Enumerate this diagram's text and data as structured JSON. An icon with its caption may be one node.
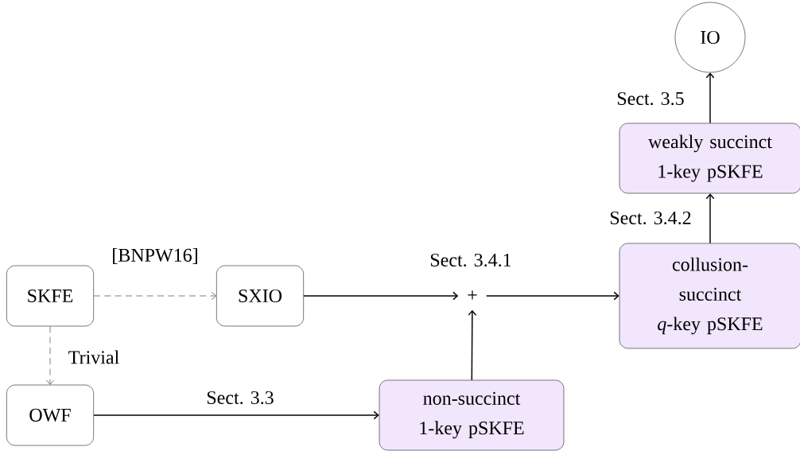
{
  "diagram": {
    "nodes": [
      {
        "text": [
          "SKFE"
        ]
      },
      {
        "text": [
          "SXIO"
        ]
      },
      {
        "text": [
          "+"
        ]
      },
      {
        "text": [
          "collusion-succinct *q*-key pSKFE"
        ]
      },
      {
        "text": [
          "weakly succinct 1-key pSKFE"
        ]
      },
      {
        "text": [
          "IO"
        ]
      },
      {
        "text": [
          "OWF"
        ]
      },
      {
        "text": [
          "non-succinct 1-key pSKFE"
        ]
      }
    ],
    "edges": [
      {
        "from": 0,
        "to": 1,
        "arrow": "to",
        "label": "[BNPW16]",
        "style": "dashed"
      },
      {
        "from": 1,
        "to": 2,
        "arrow": "to"
      },
      {
        "from": 6,
        "to": 7,
        "arrow": "to",
        "label": "Sect. 3.3"
      },
      {
        "from": 7,
        "to": 2,
        "arrow": "to"
      },
      {
        "from": 2,
        "to": 3,
        "arrow": "to",
        "label": "Sect. 3.4.1"
      },
      {
        "from": 3,
        "to": 4,
        "arrow": "to",
        "label": "Sect. 3.4.2"
      },
      {
        "from": 4,
        "to": 5,
        "arrow": "to",
        "label": "Sect. 3.5"
      },
      {
        "from": 0,
        "to": 6,
        "arrow": "to",
        "label": "Trivial",
        "style": "dashed"
      }
    ]
  }
}
